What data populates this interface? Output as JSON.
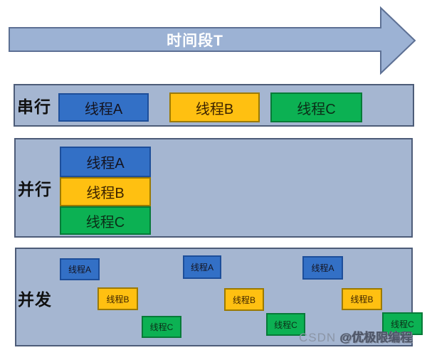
{
  "arrow": {
    "label": "时间段T"
  },
  "rows": [
    {
      "label": "串行"
    },
    {
      "label": "并行"
    },
    {
      "label": "并发"
    }
  ],
  "threads": {
    "a": "线程A",
    "b": "线程B",
    "c": "线程C"
  },
  "watermark": {
    "prefix": "CSDN ",
    "handle": "@优极限编程"
  },
  "colors": {
    "arrow_fill": "#9cb2d4",
    "arrow_border": "#5d7094",
    "panel_fill": "#a5b6d1",
    "panel_border": "#4d5c78",
    "thread_a": "#3370c6",
    "thread_a_border": "#1d4e9a",
    "thread_b": "#ffc011",
    "thread_b_border": "#9c7a00",
    "thread_c": "#0cb153",
    "thread_c_border": "#077a38",
    "label_color": "#111111",
    "watermark_color": "#8b95a6"
  }
}
